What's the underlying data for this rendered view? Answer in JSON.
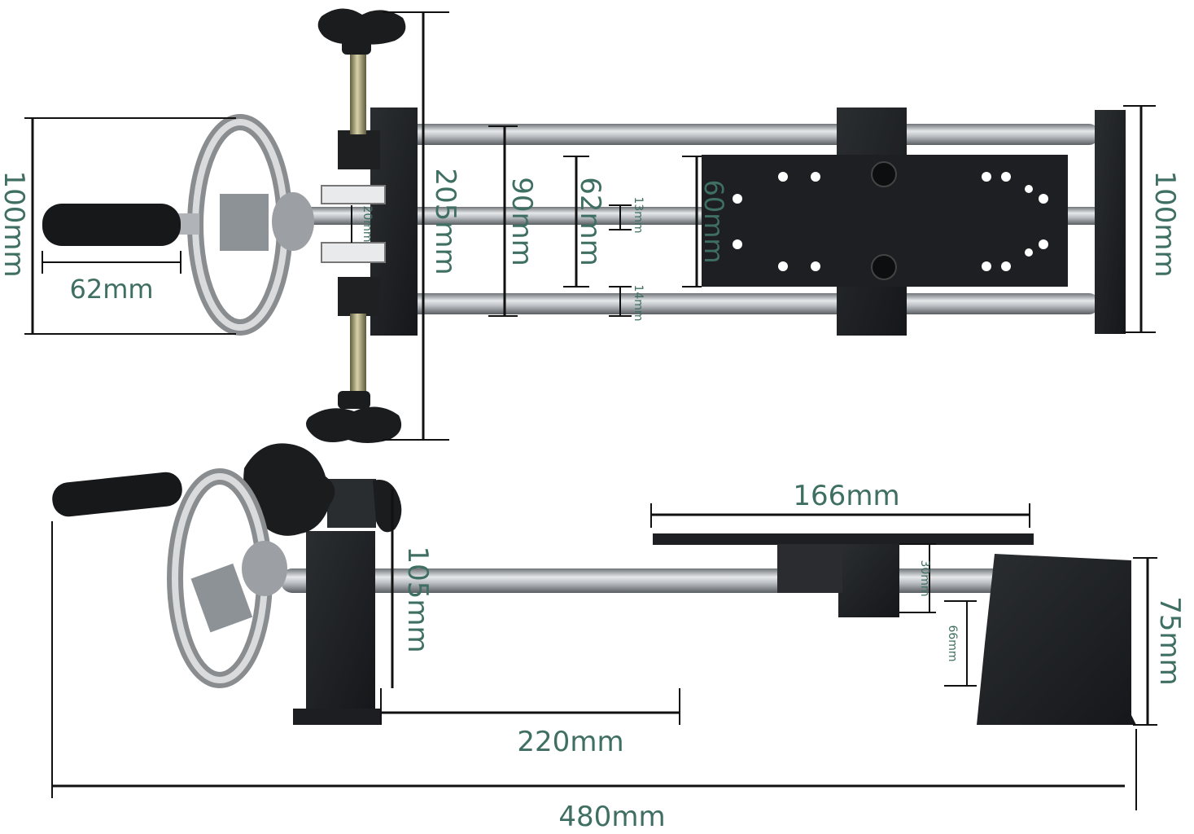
{
  "dimensions": {
    "top_view": {
      "wheel_height": "100mm",
      "handle_length": "62mm",
      "clamp_gap": "20mm",
      "clamp_span": "205mm",
      "rod_span": "90mm",
      "inner_span": "62mm",
      "plate_width": "60mm",
      "small_gap_a": "13mm",
      "small_gap_b": "14mm",
      "end_block_height": "100mm"
    },
    "side_view": {
      "plate_length": "166mm",
      "clamp_height": "105mm",
      "travel": "220mm",
      "overall_length": "480mm",
      "end_height": "75mm",
      "block_height": "30mm",
      "end_offset": "66mm"
    }
  },
  "colors": {
    "dimension_text": "#3f6f62",
    "metal_dark": "#1e2022",
    "steel": "#b8bcc0"
  }
}
